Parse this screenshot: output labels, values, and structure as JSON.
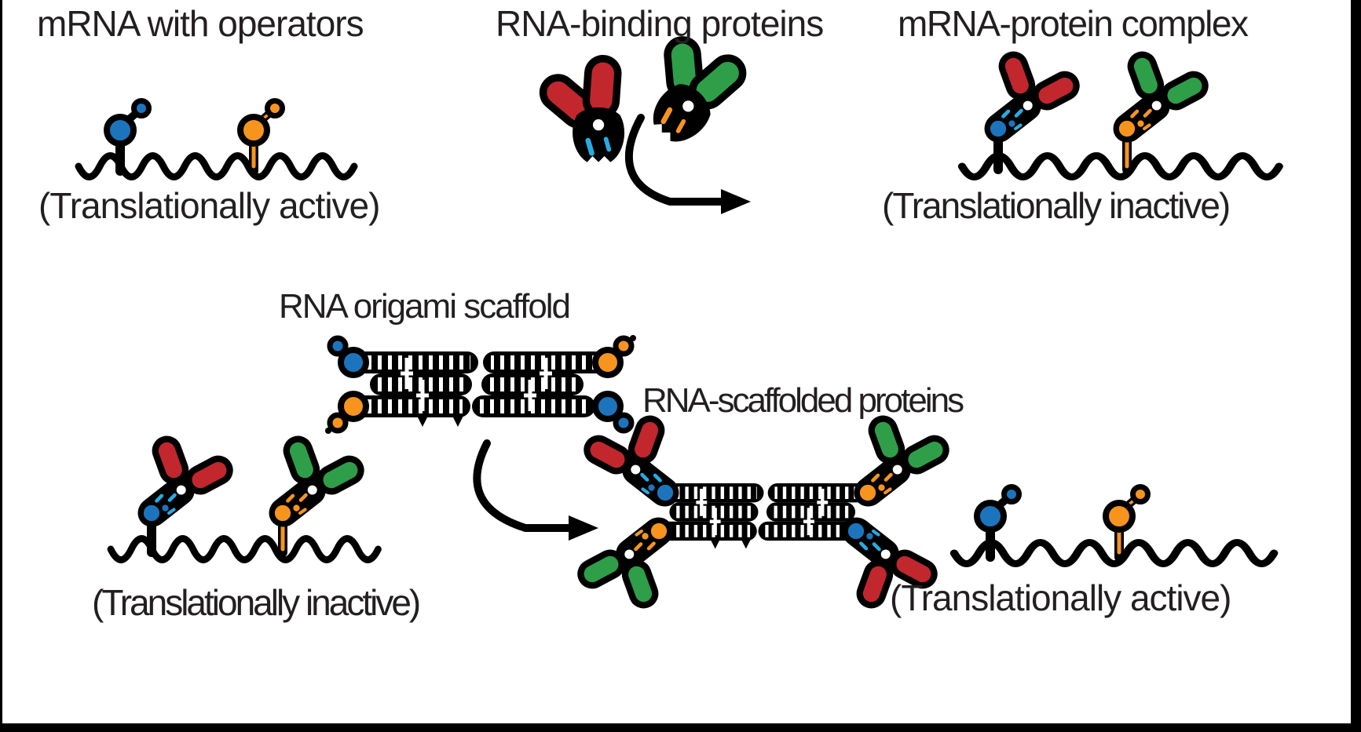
{
  "diagram": {
    "labels": {
      "mrna_with_operators": "mRNA with operators",
      "rna_binding_proteins": "RNA-binding proteins",
      "mrna_protein_complex": "mRNA-protein complex",
      "rna_origami_scaffold": "RNA origami scaffold",
      "rna_scaffolded_proteins": "RNA-scaffolded proteins",
      "state_active_top": "(Translationally active)",
      "state_inactive_top": "(Translationally inactive)",
      "state_inactive_bottom": "(Translationally inactive)",
      "state_active_bottom": "(Translationally active)"
    },
    "colors": {
      "blue_operator": "#1c75bc",
      "orange_operator": "#f7941e",
      "red_protein": "#c1272d",
      "green_protein": "#2f9e49",
      "cyan_binding_marks": "#29abe2",
      "ink": "#231f20",
      "background": "#ffffff",
      "frame": "#000000"
    }
  }
}
